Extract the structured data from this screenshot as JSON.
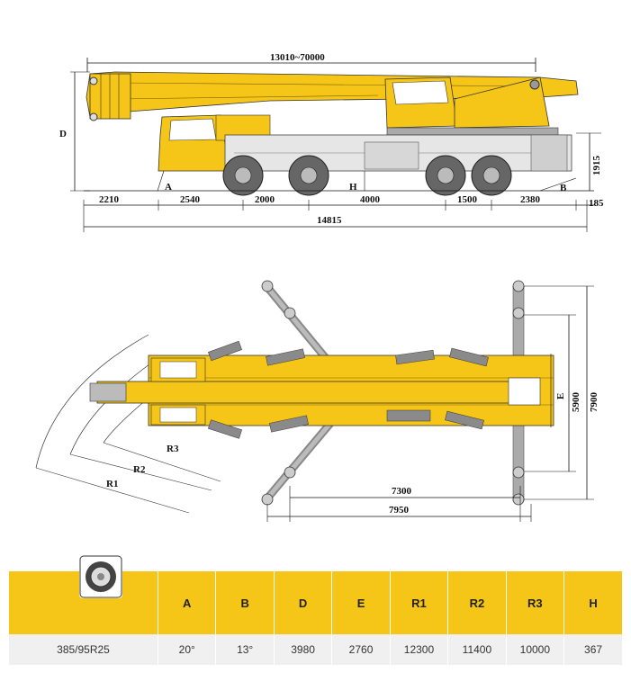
{
  "side_view": {
    "boom_length": "13010~70000",
    "total_length": "14815",
    "segments": [
      "2210",
      "2540",
      "2000",
      "4000",
      "1500",
      "2380",
      "185"
    ],
    "height": "1915",
    "labels": {
      "d": "D",
      "a": "A",
      "h": "H",
      "b": "B"
    }
  },
  "top_view": {
    "width_7300": "7300",
    "width_7950": "7950",
    "span_5900": "5900",
    "span_7900": "7900",
    "labels": {
      "e": "E",
      "r1": "R1",
      "r2": "R2",
      "r3": "R3"
    }
  },
  "table": {
    "headers": [
      "",
      "A",
      "B",
      "D",
      "E",
      "R1",
      "R2",
      "R3",
      "H"
    ],
    "row": [
      "385/95R25",
      "20°",
      "13°",
      "3980",
      "2760",
      "12300",
      "11400",
      "10000",
      "367"
    ]
  },
  "icons": [
    "tire-icon"
  ],
  "colors": {
    "crane_yellow": "#f5c518",
    "table_header": "#f5c518",
    "table_row": "#f0f0f0"
  }
}
